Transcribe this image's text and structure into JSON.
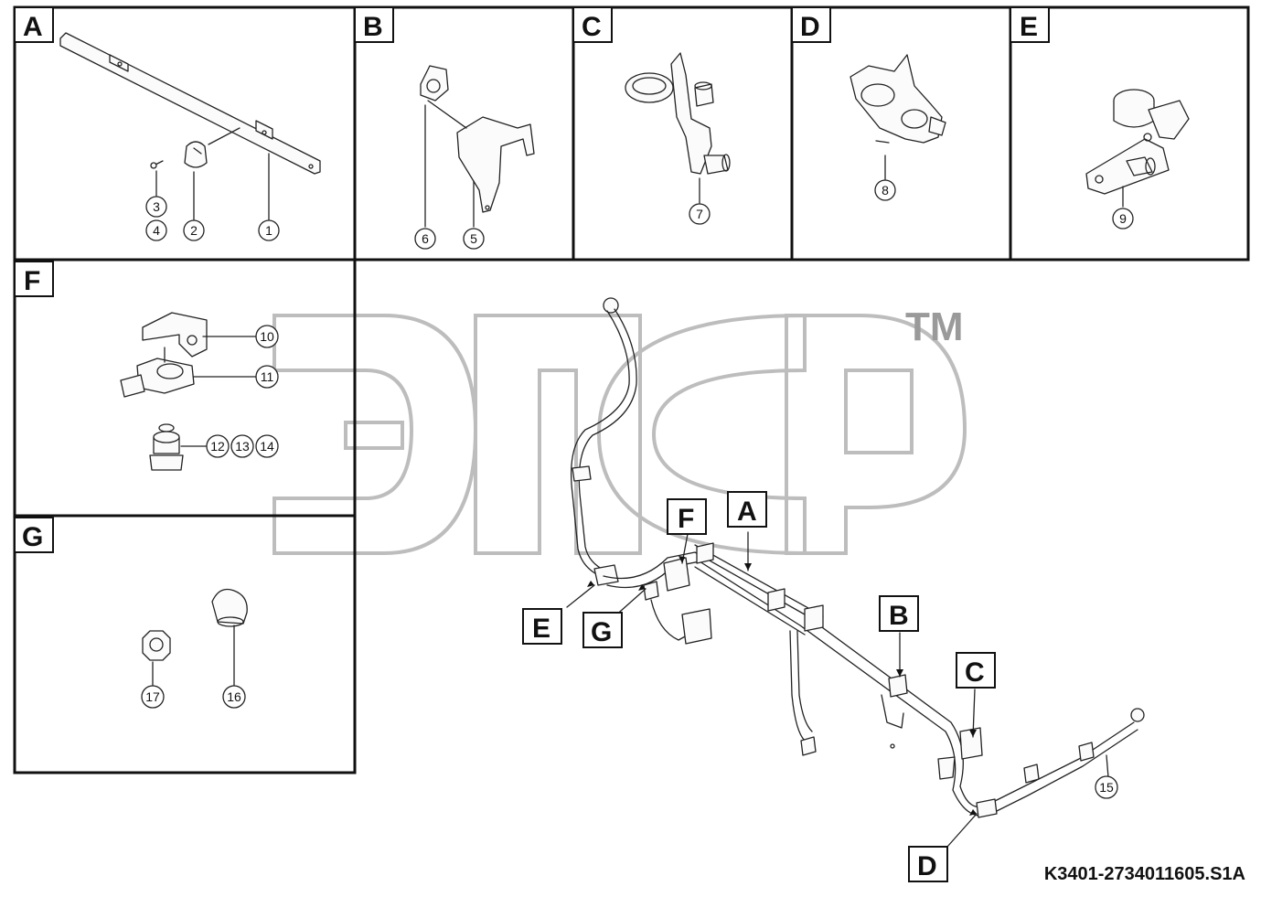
{
  "panels": [
    {
      "id": "A",
      "label": "A"
    },
    {
      "id": "B",
      "label": "B"
    },
    {
      "id": "C",
      "label": "C"
    },
    {
      "id": "D",
      "label": "D"
    },
    {
      "id": "E",
      "label": "E"
    },
    {
      "id": "F",
      "label": "F"
    },
    {
      "id": "G",
      "label": "G"
    }
  ],
  "callouts": [
    "1",
    "2",
    "3",
    "4",
    "5",
    "6",
    "7",
    "8",
    "9",
    "10",
    "11",
    "12",
    "13",
    "14",
    "15",
    "16",
    "17"
  ],
  "main_view_tags": [
    "A",
    "B",
    "C",
    "D",
    "E",
    "F",
    "G"
  ],
  "watermark": {
    "tm": "TM"
  },
  "drawing_code": "K3401-2734011605.S1A"
}
